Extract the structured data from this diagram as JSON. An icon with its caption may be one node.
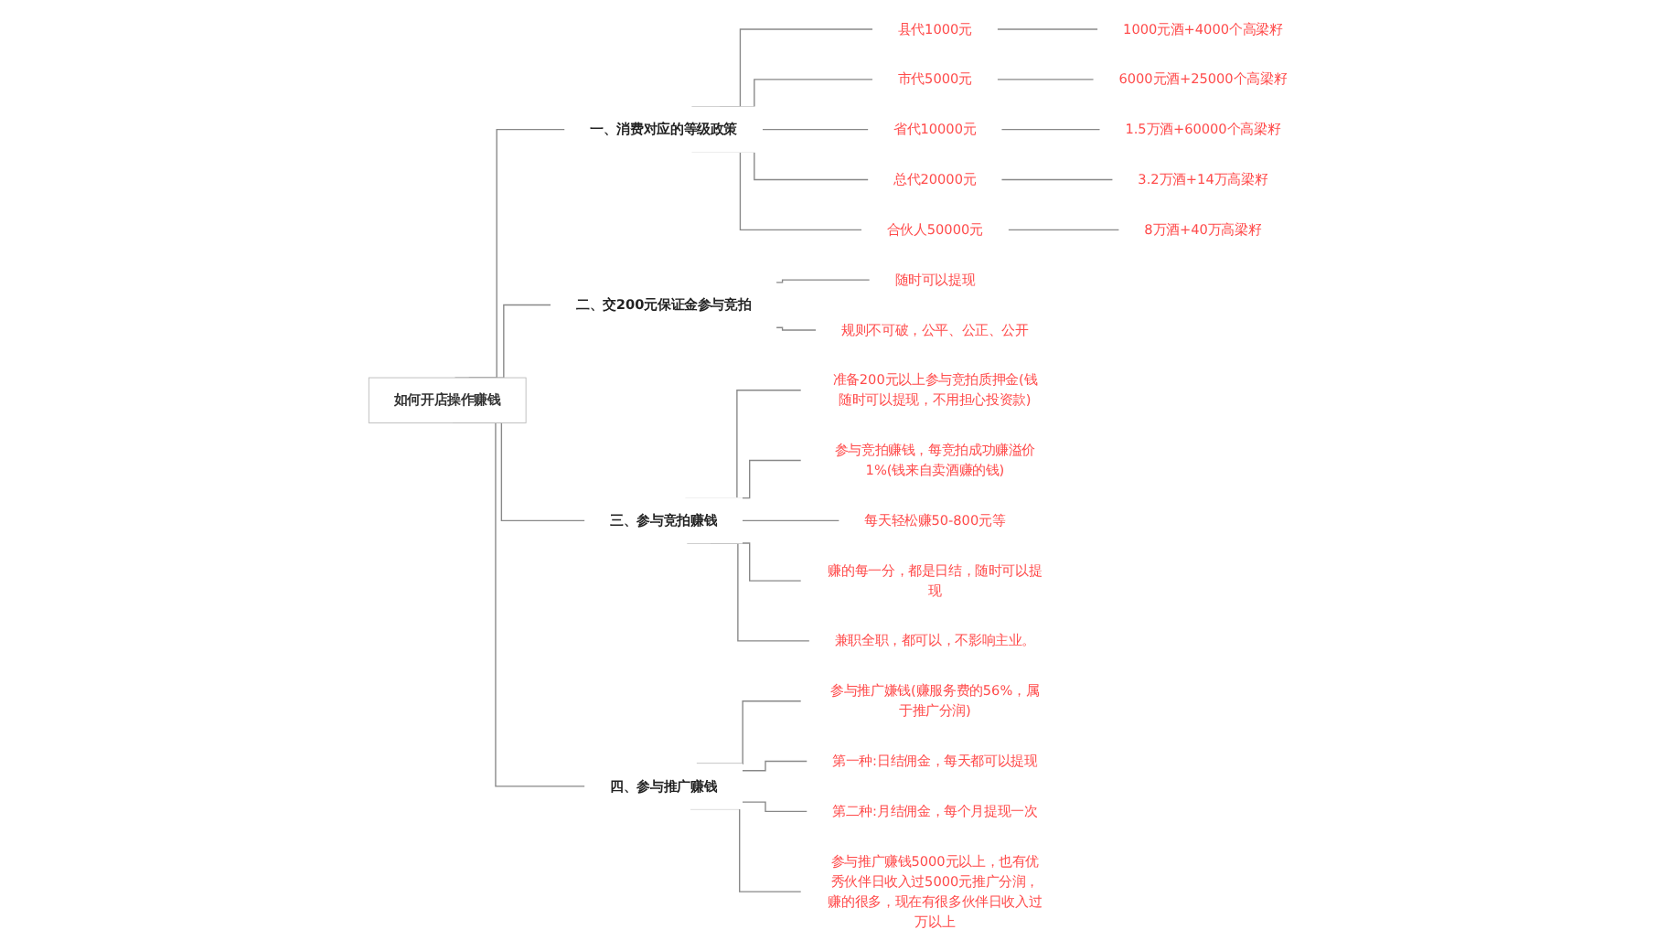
{
  "diagram": {
    "nodes": [
      {
        "text": [
          "如何开店操作赚钱"
        ]
      },
      {
        "text": [
          "一、消费对应的等级政策"
        ]
      },
      {
        "text": [
          "县代1000元"
        ]
      },
      {
        "text": [
          "1000元酒+4000个高梁籽"
        ]
      },
      {
        "text": [
          "市代5000元"
        ]
      },
      {
        "text": [
          "6000元酒+25000个高梁籽"
        ]
      },
      {
        "text": [
          "省代10000元"
        ]
      },
      {
        "text": [
          "1.5万酒+60000个高梁籽"
        ]
      },
      {
        "text": [
          "总代20000元"
        ]
      },
      {
        "text": [
          "3.2万酒+14万高梁籽"
        ]
      },
      {
        "text": [
          "合伙人50000元"
        ]
      },
      {
        "text": [
          "8万酒+40万高梁籽"
        ]
      },
      {
        "text": [
          "二、交200元保证金参与竞拍"
        ]
      },
      {
        "text": [
          "随时可以提现"
        ]
      },
      {
        "text": [
          "规则不可破，公平、公正、公开"
        ]
      },
      {
        "text": [
          "三、参与竞拍赚钱"
        ]
      },
      {
        "text": [
          "准备200元以上参与竞拍质押金(钱随时可以提现，不用担心投资款)"
        ]
      },
      {
        "text": [
          "参与竞拍赚钱，每竞拍成功赚溢价1%(钱来自卖酒赚的钱)"
        ]
      },
      {
        "text": [
          "每天轻松赚50-800元等"
        ]
      },
      {
        "text": [
          "赚的每一分，都是日结，随时可以提现"
        ]
      },
      {
        "text": [
          "兼职全职，都可以，不影响主业。"
        ]
      },
      {
        "text": [
          "四、参与推广赚钱"
        ]
      },
      {
        "text": [
          "参与推广嫌钱(赚服务费的56%，属于推广分润)"
        ]
      },
      {
        "text": [
          "第一种:日结佣金，每天都可以提现"
        ]
      },
      {
        "text": [
          "第二种:月结佣金，每个月提现一次"
        ]
      },
      {
        "text": [
          "参与推广赚钱5000元以上，也有优秀伙伴日收入过5000元推广分润，赚的很多，现在有很多伙伴日收入过万以上"
        ]
      }
    ],
    "edges": [
      {
        "from": 0,
        "to": 1,
        "arrow": "none"
      },
      {
        "from": 0,
        "to": 12,
        "arrow": "none"
      },
      {
        "from": 0,
        "to": 15,
        "arrow": "none"
      },
      {
        "from": 0,
        "to": 21,
        "arrow": "none"
      },
      {
        "from": 1,
        "to": 2,
        "arrow": "none"
      },
      {
        "from": 2,
        "to": 3,
        "arrow": "none"
      },
      {
        "from": 1,
        "to": 4,
        "arrow": "none"
      },
      {
        "from": 4,
        "to": 5,
        "arrow": "none"
      },
      {
        "from": 1,
        "to": 6,
        "arrow": "none"
      },
      {
        "from": 6,
        "to": 7,
        "arrow": "none"
      },
      {
        "from": 1,
        "to": 8,
        "arrow": "none"
      },
      {
        "from": 8,
        "to": 9,
        "arrow": "none"
      },
      {
        "from": 1,
        "to": 10,
        "arrow": "none"
      },
      {
        "from": 10,
        "to": 11,
        "arrow": "none"
      },
      {
        "from": 12,
        "to": 13,
        "arrow": "none"
      },
      {
        "from": 12,
        "to": 14,
        "arrow": "none"
      },
      {
        "from": 15,
        "to": 16,
        "arrow": "none"
      },
      {
        "from": 15,
        "to": 17,
        "arrow": "none"
      },
      {
        "from": 15,
        "to": 18,
        "arrow": "none"
      },
      {
        "from": 15,
        "to": 19,
        "arrow": "none"
      },
      {
        "from": 15,
        "to": 20,
        "arrow": "none"
      },
      {
        "from": 21,
        "to": 22,
        "arrow": "none"
      },
      {
        "from": 21,
        "to": 23,
        "arrow": "none"
      },
      {
        "from": 21,
        "to": 24,
        "arrow": "none"
      },
      {
        "from": 21,
        "to": 25,
        "arrow": "none"
      }
    ]
  }
}
